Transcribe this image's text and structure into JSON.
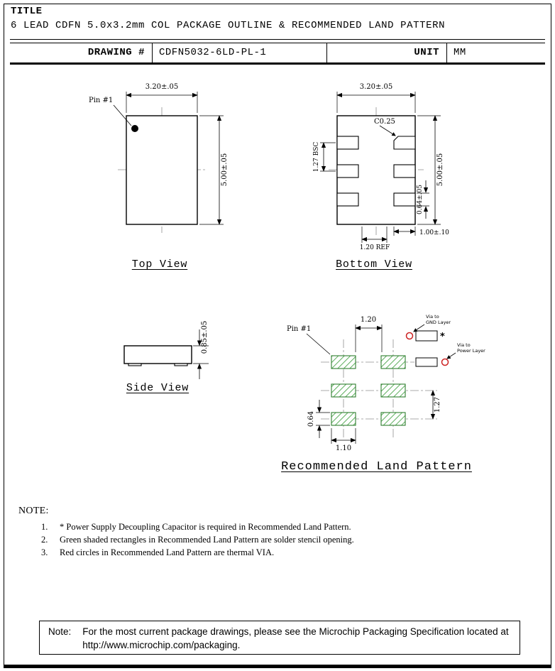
{
  "header": {
    "title_label": "TITLE",
    "title": "6 LEAD CDFN 5.0x3.2mm COL PACKAGE OUTLINE & RECOMMENDED LAND PATTERN",
    "drawing_label": "DRAWING #",
    "drawing_number": "CDFN5032-6LD-PL-1",
    "unit_label": "UNIT",
    "unit_value": "MM"
  },
  "views": {
    "top": {
      "caption": "Top View",
      "pin1": "Pin #1",
      "width_dim": "3.20±.05",
      "height_dim": "5.00±.05"
    },
    "bottom": {
      "caption": "Bottom View",
      "width_dim": "3.20±.05",
      "height_dim": "5.00±.05",
      "pitch_dim": "1.27 BSC",
      "pad_height_dim": "0.64±.05",
      "pad_length_dim": "1.00±.10",
      "center_dim": "1.20 REF",
      "chamfer_dim": "C0.25"
    },
    "side": {
      "caption": "Side View",
      "thickness_dim": "0.85±.05"
    },
    "land": {
      "caption": "Recommended Land Pattern",
      "pin1": "Pin #1",
      "gap_dim": "1.20",
      "pitch_dim": "1.27",
      "pad_height_dim": "0.64",
      "pad_width_dim": "1.10",
      "asterisk": "*",
      "via_gnd_line1": "Via to",
      "via_gnd_line2": "GND Layer",
      "via_power_line1": "Via to",
      "via_power_line2": "Power Layer"
    }
  },
  "notes": {
    "heading": "NOTE:",
    "items": [
      {
        "num": "1.",
        "text": "* Power Supply Decoupling Capacitor is required in Recommended Land Pattern."
      },
      {
        "num": "2.",
        "text": "Green shaded rectangles in Recommended Land Pattern are solder stencil opening."
      },
      {
        "num": "3.",
        "text": "Red circles in Recommended Land Pattern are thermal VIA."
      }
    ]
  },
  "footer": {
    "label": "Note:",
    "line1": "For the most current package drawings, please see the Microchip Packaging Specification located at",
    "line2": "http://www.microchip.com/packaging."
  },
  "colors": {
    "stencil_green": "#4ca64c",
    "stencil_border": "#2e7d2e",
    "via_red": "#cc2222",
    "centerline": "#909090"
  }
}
